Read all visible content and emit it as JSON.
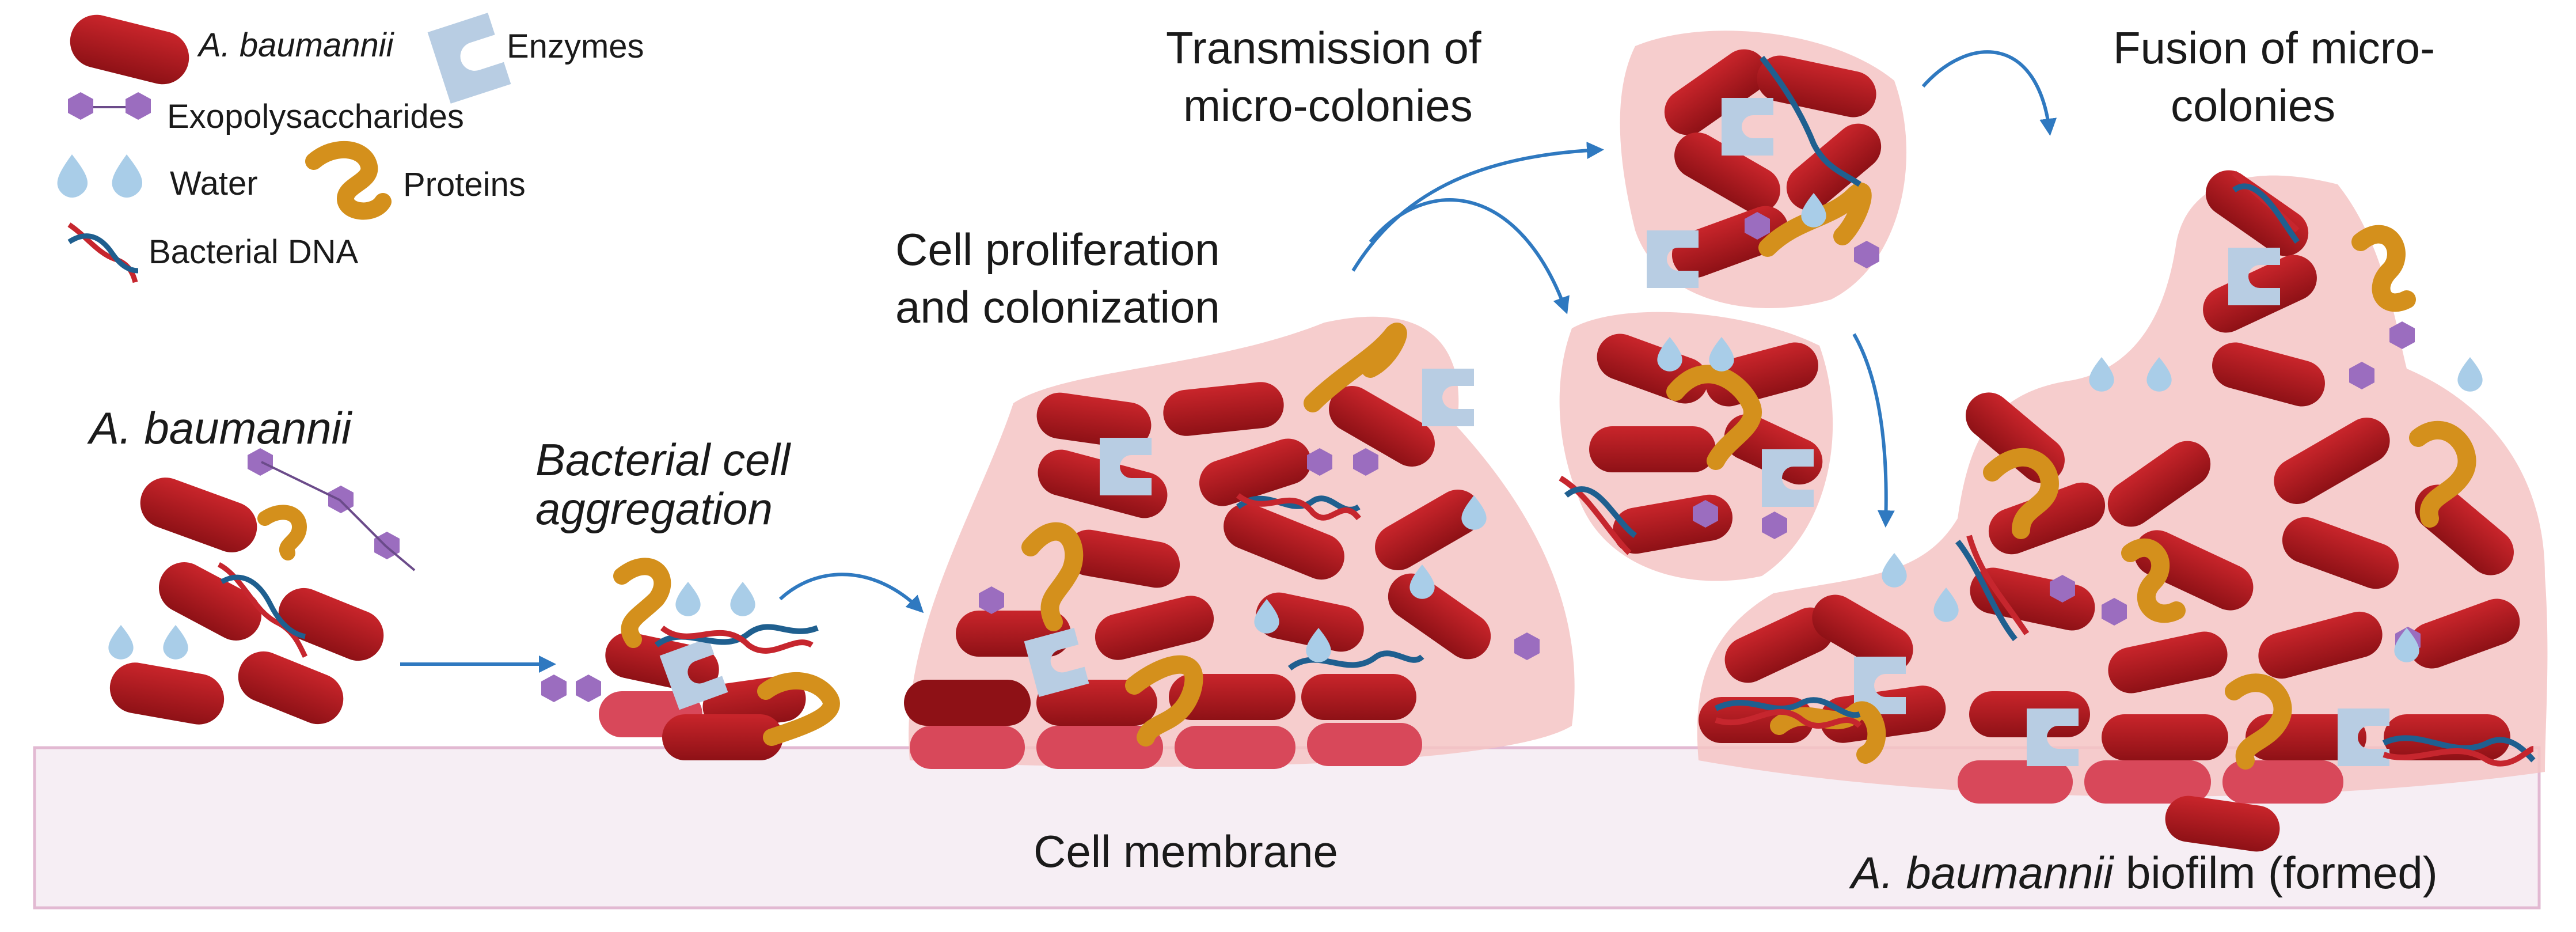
{
  "legend": {
    "bacterium": "A. baumannii",
    "enzymes": "Enzymes",
    "exopolysaccharides": "Exopolysaccharides",
    "water": "Water",
    "proteins": "Proteins",
    "dna": "Bacterial DNA"
  },
  "stages": {
    "stage1": "A. baumannii",
    "stage2_line1": "Bacterial cell",
    "stage2_line2": "aggregation",
    "stage3_line1": "Cell proliferation",
    "stage3_line2": "and colonization",
    "stage4_line1": "Transmission  of",
    "stage4_line2": "micro-colonies",
    "stage5_line1": "Fusion of micro-",
    "stage5_line2": "colonies"
  },
  "surface": {
    "label": "Cell membrane"
  },
  "biofilm": {
    "label_italic": "A. baumannii",
    "label_rest": " biofilm (formed)"
  },
  "colors": {
    "bacterium": "#b3171c",
    "bacterium_dark": "#7a0f12",
    "bacterium_pink": "#d8485a",
    "matrix": "#f4c4c4",
    "enzyme": "#b8cde3",
    "eps": "#9b6dbf",
    "water": "#a9cde8",
    "protein": "#d4901c",
    "dna_red": "#c6262e",
    "dna_blue": "#1f5f8f",
    "arrow": "#2f79c0",
    "membrane": "#f6eef4"
  }
}
